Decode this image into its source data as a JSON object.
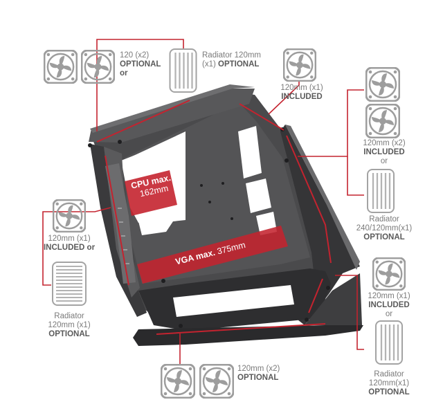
{
  "labels": {
    "top_fans": {
      "line1": "120 (x2)",
      "line2": "OPTIONAL",
      "line3": "or"
    },
    "top_radiator": {
      "line1": "Radiator 120mm",
      "line2": "(x1)",
      "line3": "OPTIONAL"
    },
    "top_right_fan": {
      "line1": "120mm (x1)",
      "line2": "INCLUDED"
    },
    "front": {
      "line1": "120mm (x2)",
      "line2": "INCLUDED",
      "line3": "or",
      "line4": "Radiator",
      "line5": "240/120mm(x1)",
      "line6": "OPTIONAL"
    },
    "rear": {
      "line1": "120mm (x1)",
      "line2": "INCLUDED or",
      "line3": "Radiator",
      "line4": "120mm (x1)",
      "line5": "OPTIONAL"
    },
    "bottom_front": {
      "line1": "120mm (x1)",
      "line2": "INCLUDED",
      "line3": "or",
      "line4": "Radiator",
      "line5": "120mm(x1)",
      "line6": "OPTIONAL"
    },
    "bottom_fans": {
      "line1": "120mm (x2)",
      "line2": "OPTIONAL"
    }
  },
  "clearances": {
    "cpu": {
      "bold": "CPU max.",
      "value": "162mm"
    },
    "vga": {
      "bold": "VGA max.",
      "value": "375mm"
    }
  },
  "colors": {
    "accent_red": "#c4232f",
    "fan_gray": "#9d9d9d",
    "case_dark": "#3c3c3e",
    "label_gray": "#7a7a7a"
  }
}
